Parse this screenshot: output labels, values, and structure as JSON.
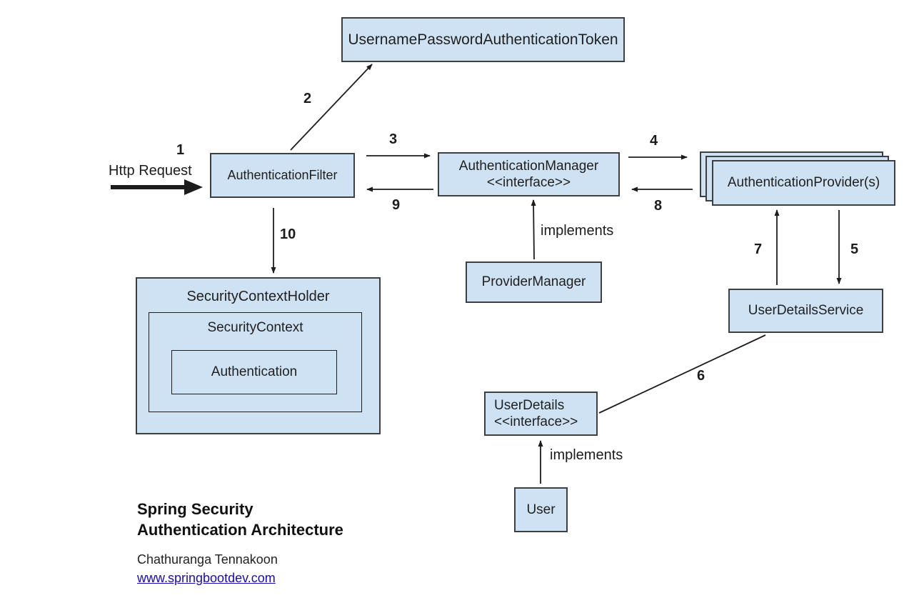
{
  "nodes": {
    "token": {
      "label": "UsernamePasswordAuthenticationToken"
    },
    "filter": {
      "label": "AuthenticationFilter"
    },
    "manager": {
      "label": "AuthenticationManager",
      "stereotype": "<<interface>>"
    },
    "providers": {
      "label": "AuthenticationProvider(s)"
    },
    "providerManager": {
      "label": "ProviderManager"
    },
    "userDetailsService": {
      "label": "UserDetailsService"
    },
    "securityContextHolder": {
      "label": "SecurityContextHolder"
    },
    "securityContext": {
      "label": "SecurityContext"
    },
    "authentication": {
      "label": "Authentication"
    },
    "userDetails": {
      "label": "UserDetails",
      "stereotype": "<<interface>>"
    },
    "user": {
      "label": "User"
    }
  },
  "edges": {
    "httpRequest": "Http Request",
    "step1": "1",
    "step2": "2",
    "step3": "3",
    "step4": "4",
    "step5": "5",
    "step6": "6",
    "step7": "7",
    "step8": "8",
    "step9": "9",
    "step10": "10",
    "implementsTop": "implements",
    "implementsBottom": "implements"
  },
  "footer": {
    "titleLine1": "Spring Security",
    "titleLine2": "Authentication Architecture",
    "author": "Chathuranga Tennakoon",
    "link": "www.springbootdev.com"
  },
  "colors": {
    "boxFill": "#cfe2f3",
    "boxBorder": "#3d4043",
    "arrow": "#1c1c1c",
    "linkBlue": "#1a0dab",
    "text": "#1f1f1f"
  }
}
